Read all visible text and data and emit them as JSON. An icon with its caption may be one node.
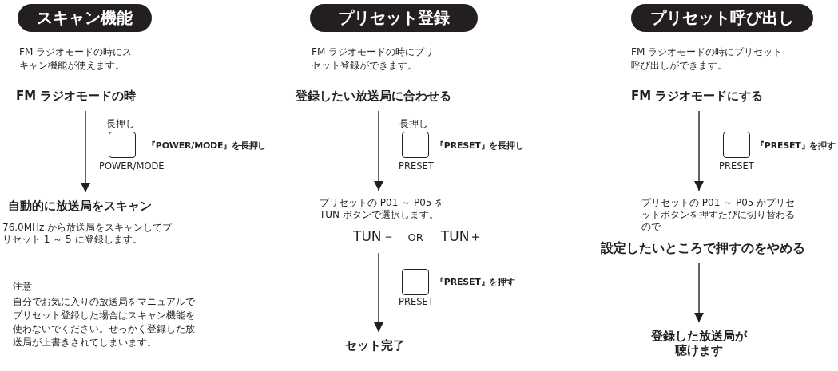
{
  "diagram": {
    "nodes": [
      {
        "text": [
          "スキャン機能"
        ]
      },
      {
        "text": [
          "FM ラジオモードの時"
        ]
      },
      {
        "text": [
          "自動的に放送局をスキャン",
          "76.0MHz から放送局をスキャンしてプリセット 1 ～ 5 に登録します。"
        ]
      },
      {
        "text": [],
        "shape": "box",
        "beside": [
          "長押し",
          "POWER/MODE",
          "『POWER/MODE』を長押し"
        ]
      },
      {
        "text": [
          "プリセット登録"
        ]
      },
      {
        "text": [
          "登録したい放送局に合わせる"
        ]
      },
      {
        "text": [],
        "shape": "box",
        "beside": [
          "長押し",
          "PRESET",
          "『PRESET』を長押し"
        ]
      },
      {
        "text": [
          "プリセットの P01 ～ P05 を TUN ボタンで選択します。",
          "TUN－",
          "OR",
          "TUN＋"
        ]
      },
      {
        "text": [],
        "shape": "box",
        "beside": [
          "PRESET",
          "『PRESET』を押す"
        ]
      },
      {
        "text": [
          "セット完了"
        ]
      },
      {
        "text": [
          "プリセット呼び出し"
        ]
      },
      {
        "text": [
          "FM ラジオモードにする"
        ]
      },
      {
        "text": [],
        "shape": "box",
        "beside": [
          "PRESET",
          "『PRESET』を押す"
        ]
      },
      {
        "text": [
          "プリセットの P01 ～ P05 がプリセットボタンを押すたびに切り替わるので",
          "設定したいところで押すのをやめる"
        ]
      },
      {
        "text": [
          "登録した放送局が聴けます"
        ]
      }
    ],
    "edges": [
      {
        "from": 1,
        "to": 2,
        "arrow": "to"
      },
      {
        "from": 5,
        "to": 7,
        "arrow": "to"
      },
      {
        "from": 7,
        "to": 9,
        "arrow": "to"
      },
      {
        "from": 11,
        "to": 13,
        "arrow": "to"
      },
      {
        "from": 13,
        "to": 14,
        "arrow": "to"
      }
    ],
    "labels": [
      "FM ラジオモードの時にスキャン機能が使えます。",
      "FM ラジオモードの時にプリセット登録ができます。",
      "FM ラジオモードの時にプリセット呼び出しができます。",
      "注意",
      "自分でお気に入りの放送局をマニュアルでプリセット登録した場合はスキャン機能を使わないでください。せっかく登録した放送局が上書きされてしまいます。"
    ]
  }
}
